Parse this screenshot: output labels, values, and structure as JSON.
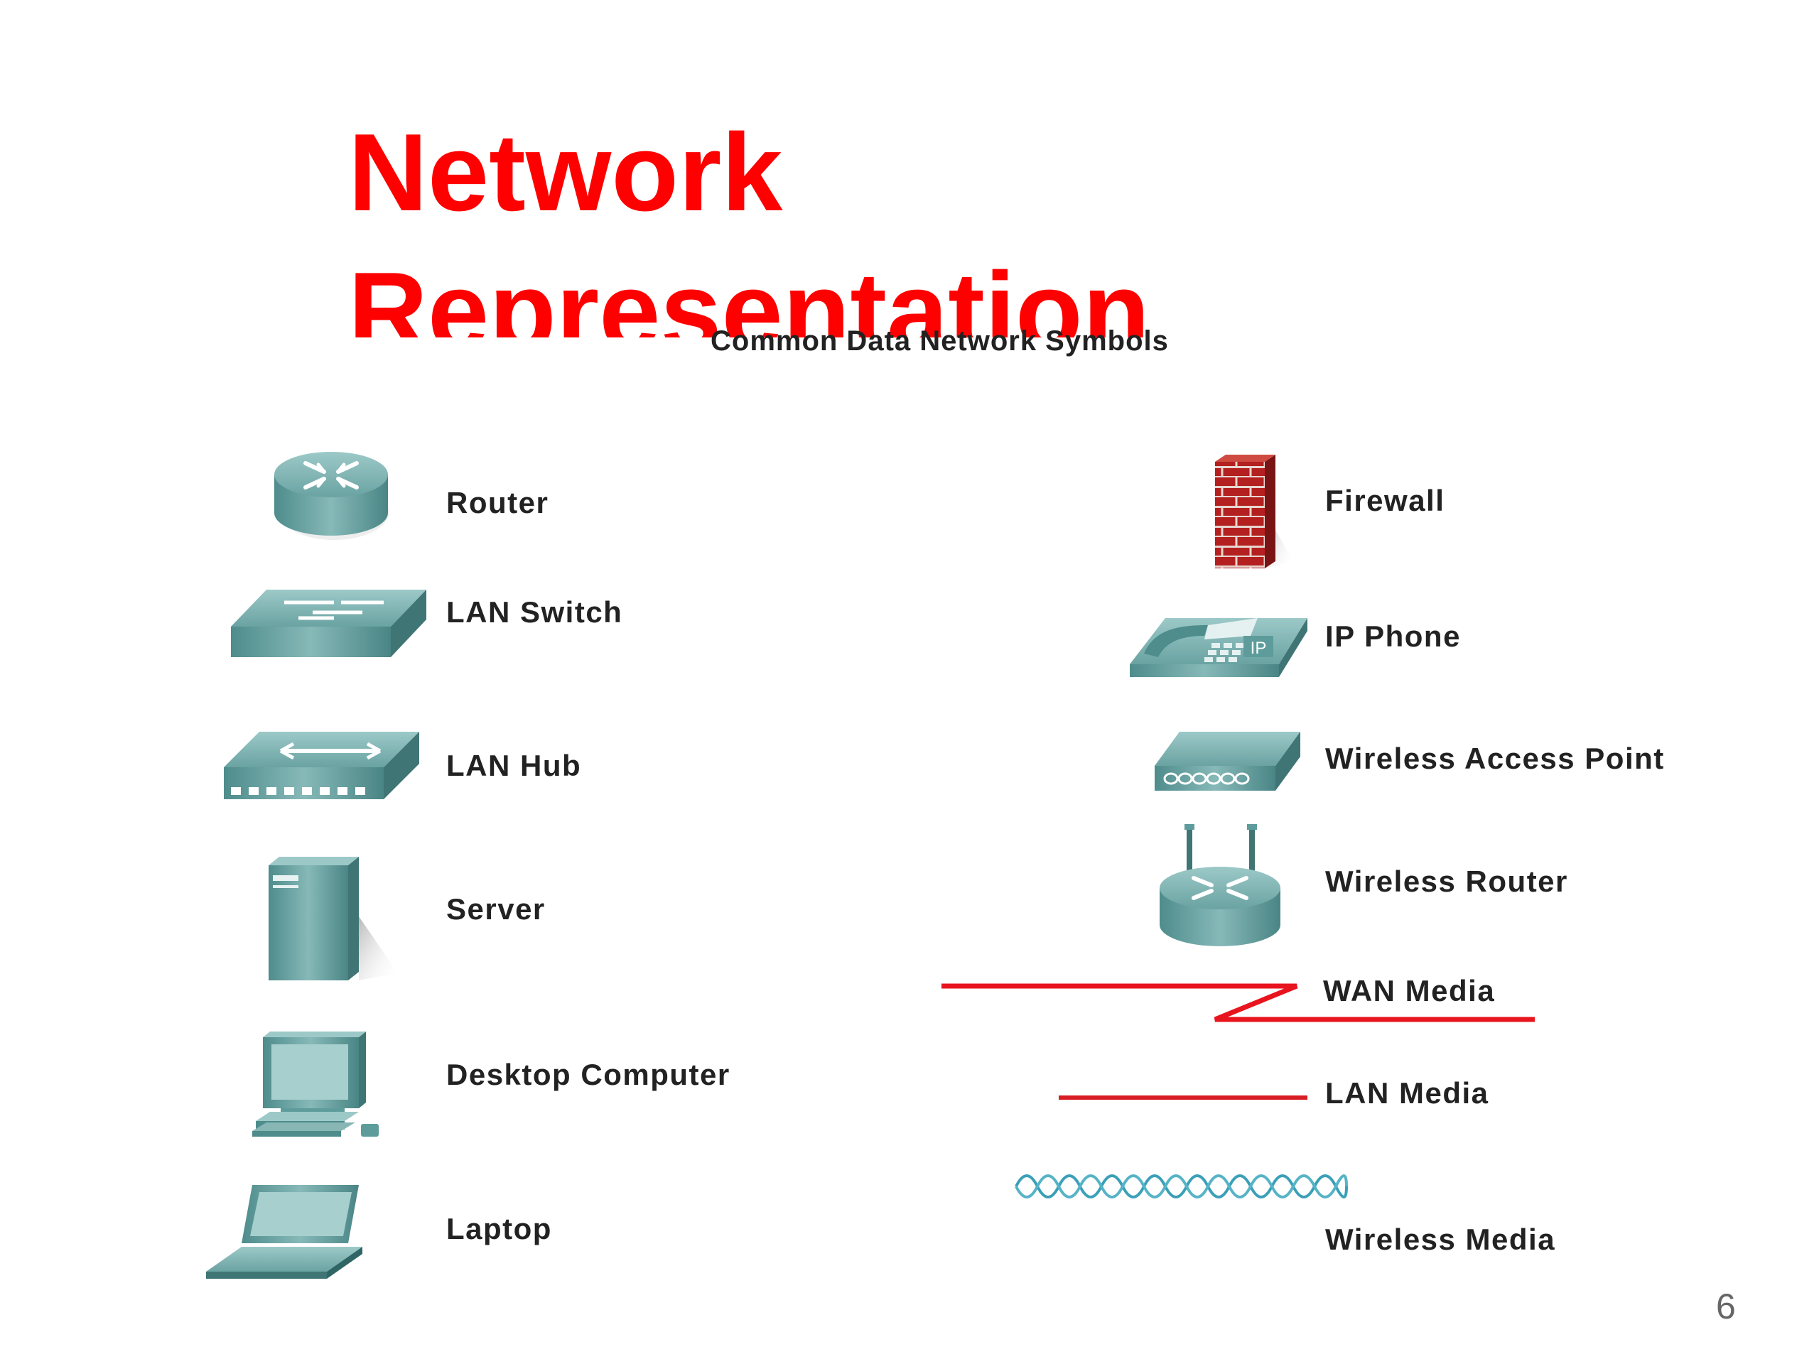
{
  "title": {
    "line1": "Network",
    "line2": "Representation"
  },
  "subtitle": "Common Data Network Symbols",
  "symbols": {
    "router": "Router",
    "lan_switch": "LAN Switch",
    "lan_hub": "LAN Hub",
    "server": "Server",
    "desktop_computer": "Desktop Computer",
    "laptop": "Laptop",
    "firewall": "Firewall",
    "ip_phone": "IP Phone",
    "ip_phone_badge": "IP",
    "wireless_access_point": "Wireless Access Point",
    "wireless_router": "Wireless Router",
    "wan_media": "WAN Media",
    "lan_media": "LAN Media",
    "wireless_media": "Wireless Media"
  },
  "page_number": "6",
  "colors": {
    "title": "#ff0000",
    "device_teal": "#5e9c9c",
    "device_dark": "#3f7575",
    "firewall_brick": "#b22222",
    "wan_line": "#e8141e",
    "lan_line": "#d81c24",
    "wireless_wave": "#3aa0b8"
  }
}
